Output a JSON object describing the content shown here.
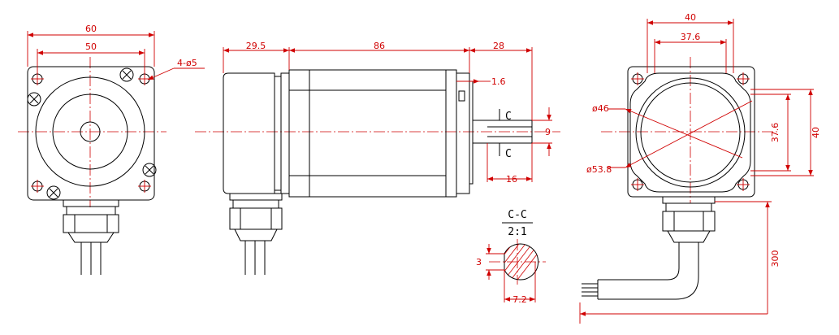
{
  "front_view": {
    "dim_outer_width": "60",
    "dim_hole_pitch": "50",
    "dim_holes": "4-ø5"
  },
  "side_view": {
    "dim_encoder_length": "29.5",
    "dim_body_length": "86",
    "dim_shaft_length": "28",
    "dim_flange_step": "1.6",
    "dim_shaft_diameter": "9",
    "dim_flat_length": "16",
    "section_mark_top": "C",
    "section_mark_bottom": "C"
  },
  "section_view": {
    "title": "C-C",
    "scale": "2:1",
    "dim_flat_depth": "3",
    "dim_flat_width": "7.2"
  },
  "rear_view": {
    "dim_outer_width": "40",
    "dim_inner_width": "37.6",
    "dim_outer_height": "40",
    "dim_inner_height": "37.6",
    "dim_circle_small": "ø46",
    "dim_circle_large": "ø53.8",
    "dim_cable_length": "300"
  }
}
